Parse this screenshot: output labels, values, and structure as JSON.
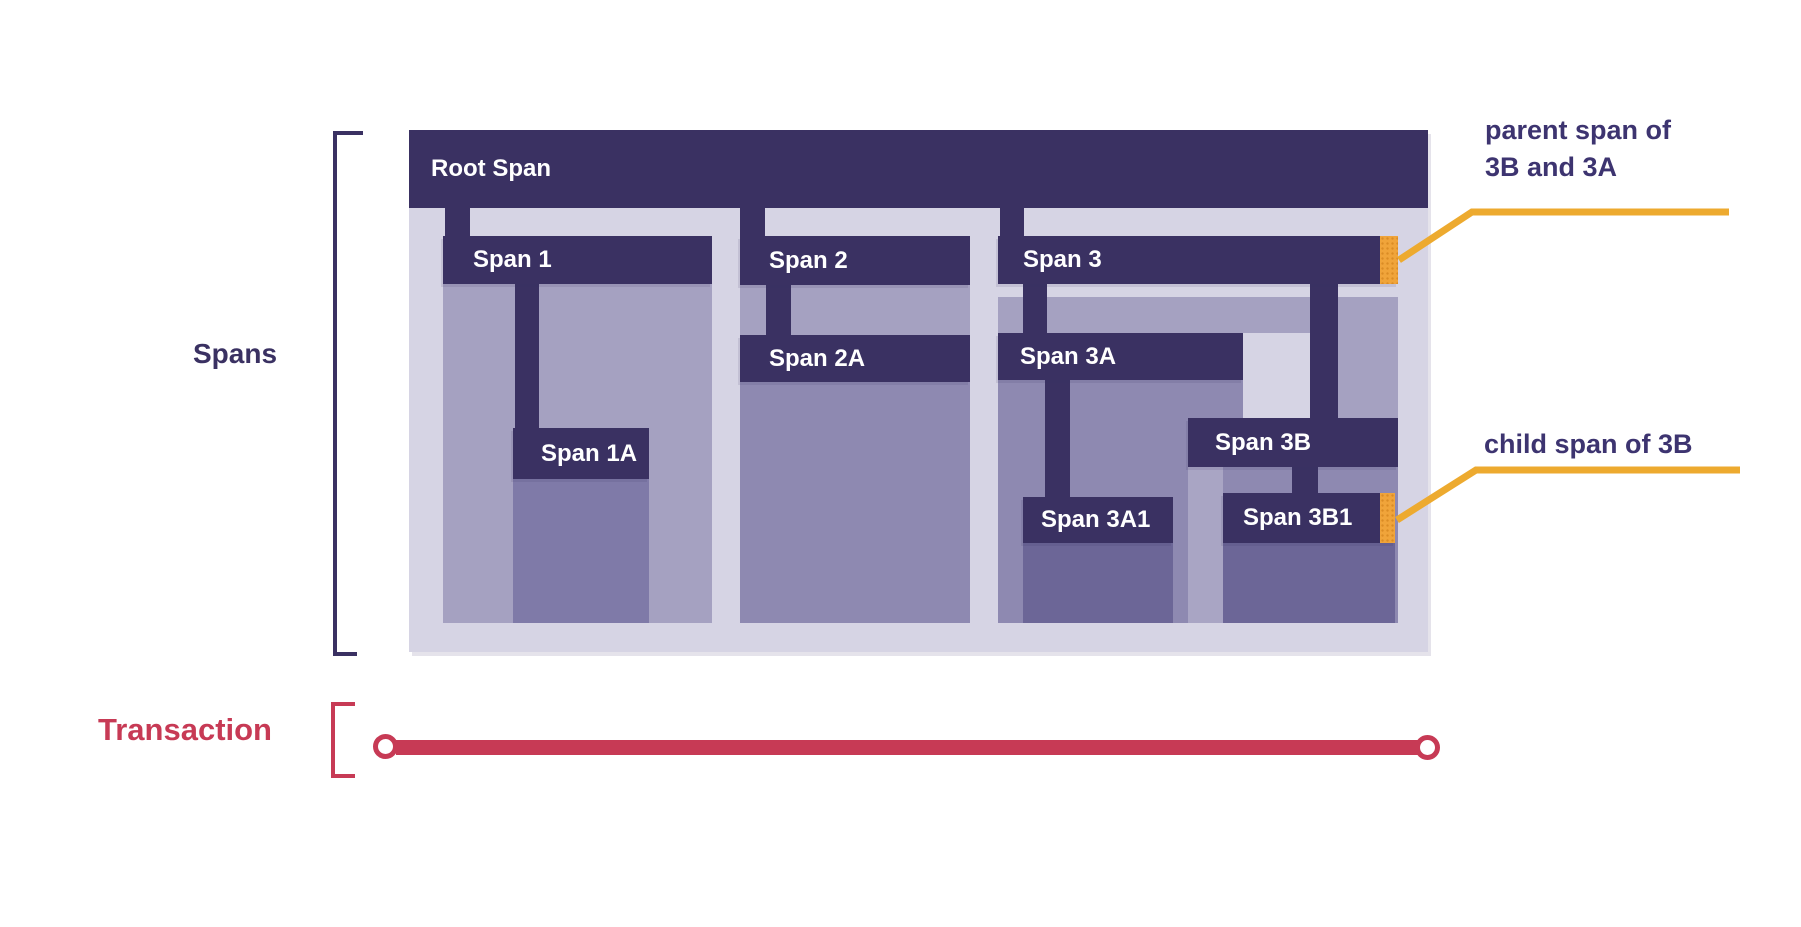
{
  "labels": {
    "spans_axis": "Spans",
    "transaction_axis": "Transaction"
  },
  "diagram": {
    "root_span": {
      "label": "Root Span"
    },
    "spans": [
      {
        "label": "Span 1",
        "children": [
          {
            "label": "Span 1A",
            "children": []
          }
        ]
      },
      {
        "label": "Span 2",
        "children": [
          {
            "label": "Span 2A",
            "children": []
          }
        ]
      },
      {
        "label": "Span 3",
        "children": [
          {
            "label": "Span 3A",
            "children": [
              {
                "label": "Span 3A1",
                "children": []
              }
            ]
          },
          {
            "label": "Span 3B",
            "children": [
              {
                "label": "Span 3B1",
                "children": []
              }
            ]
          }
        ]
      }
    ]
  },
  "annotations": {
    "parent": {
      "line1": "parent span of",
      "line2": "3B and 3A"
    },
    "child": {
      "text": "child span of 3B"
    }
  },
  "colors": {
    "bar_navy": "#3a3162",
    "container_lavender": "#d6d4e4",
    "fill_level1": "#a5a1c1",
    "fill_level2": "#8e89b1",
    "fill_level2_dark": "#7f7aa8",
    "fill_level3": "#6c6697",
    "highlight_orange": "#f0a43a",
    "callout_yellow": "#edaa2f",
    "transaction_red": "#c73a55",
    "annotation_text_navy": "#3d3470"
  }
}
